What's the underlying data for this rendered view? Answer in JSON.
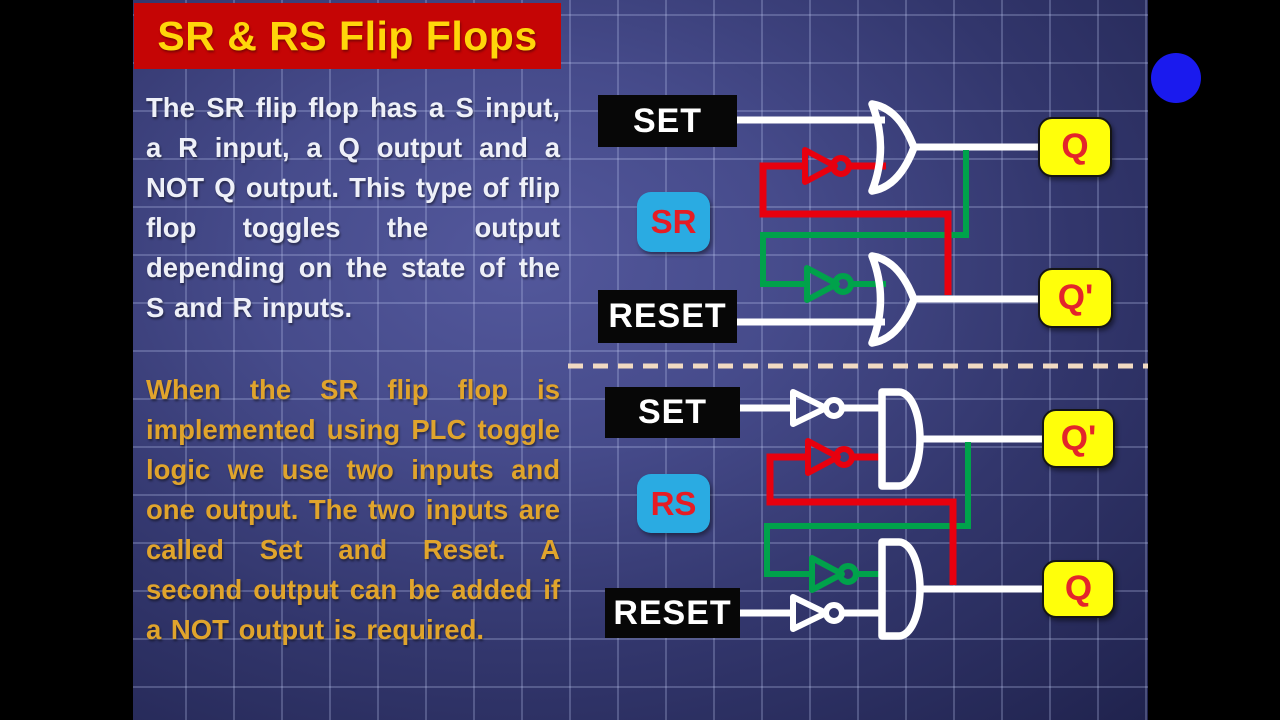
{
  "slide": {
    "title": "SR & RS Flip Flops",
    "intro_paragraph": "The SR flip flop has a S input, a R input, a Q output and a NOT Q output. This type of flip flop toggles the output depending on the state of the S and R inputs.",
    "plc_paragraph": "When the SR flip flop is implemented using PLC toggle logic we use two inputs and one output. The two inputs are called Set and Reset. A second output can be added if a NOT output is required.",
    "diagrams": {
      "sr": {
        "badge": "SR",
        "gate_type": "OR",
        "set_label": "SET",
        "reset_label": "RESET",
        "top_output": "Q",
        "bottom_output": "Q'"
      },
      "rs": {
        "badge": "RS",
        "gate_type": "AND",
        "set_label": "SET",
        "reset_label": "RESET",
        "top_output": "Q'",
        "bottom_output": "Q"
      }
    }
  },
  "overlay": {
    "cursor_dot": "blue-dot"
  },
  "colors": {
    "banner_red": "#c50505",
    "title_yellow": "#ffd60a",
    "intro_text_white": "#eef0f8",
    "plc_text_orange": "#e0a42c",
    "wire_white": "#ffffff",
    "wire_red": "#e8000e",
    "wire_green": "#00a24b",
    "output_box_yellow": "#ffff0a",
    "output_text_red": "#e3252b",
    "badge_cyan": "#2aabe2",
    "badge_text_red": "#e61c24",
    "label_box_black": "#070707",
    "divider_dash_cream": "#f1dac2",
    "cursor_dot_blue": "#1a1aee"
  }
}
